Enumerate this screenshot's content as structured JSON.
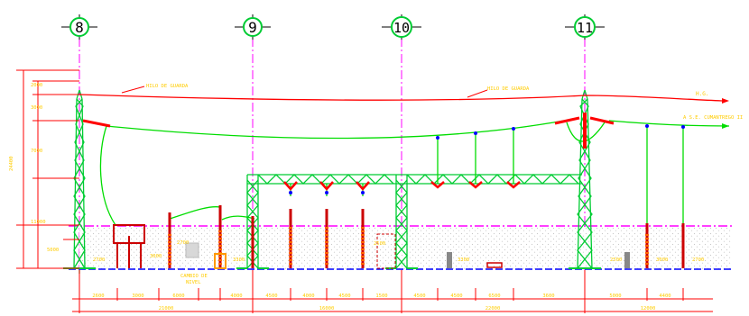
{
  "axes": [
    {
      "label": "8"
    },
    {
      "label": "9"
    },
    {
      "label": "10"
    },
    {
      "label": "11"
    }
  ],
  "wires": {
    "ground_wire_left": "HILO DE GUARDA",
    "ground_wire_right": "HILO DE GUARDA",
    "ground_wire_end": "H.G.",
    "line_destination": "A S.E. CUMANTREGO II"
  },
  "vertical_dims": {
    "total": "24400",
    "segments": [
      "2000",
      "3000",
      "7000",
      "11000",
      "5000"
    ]
  },
  "equipment_heights": [
    "2700",
    "3000",
    "2700",
    "3300",
    "2500",
    "3300",
    "2500",
    "3000",
    "2700"
  ],
  "note": {
    "line1": "CAMBIO DE",
    "line2": "NIVEL"
  },
  "dims_row1": [
    "2600",
    "3000",
    "6000",
    "4000",
    "4500",
    "4000",
    "4500",
    "1500",
    "4500",
    "4500",
    "6500",
    "3600",
    "5000",
    "4400"
  ],
  "dims_row2": [
    "21000",
    "16000",
    "22000",
    "12000"
  ],
  "colors": {
    "background": "#ffffff",
    "axis": "#ff00ff",
    "tower": "#00cc33",
    "conductor": "#00dd00",
    "ground_wire": "#ff0000",
    "dimension": "#ff0000",
    "dim_text": "#ffff00",
    "bus_magenta": "#ff00ff",
    "ground_blue": "#0000ff",
    "insulator": "#ff6600",
    "equipment": "#cc0000"
  }
}
